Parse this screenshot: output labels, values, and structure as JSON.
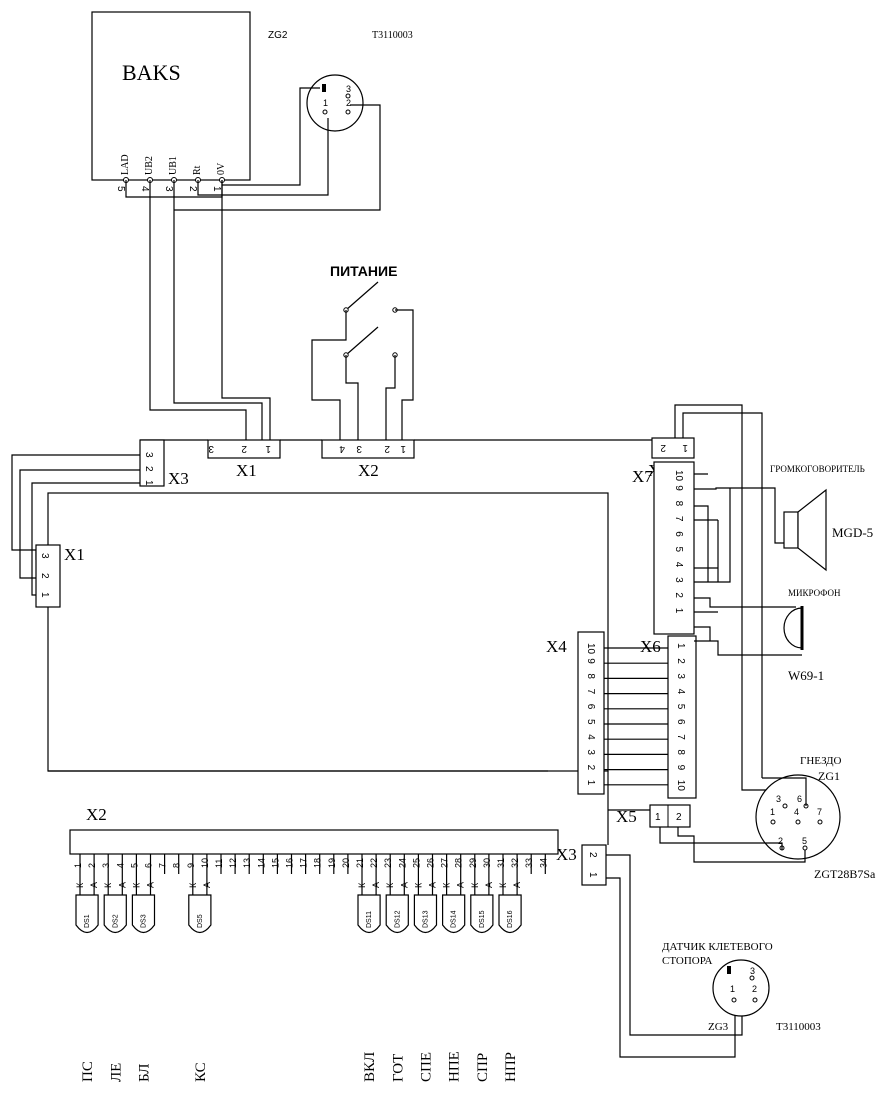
{
  "blocks": {
    "baks": {
      "title": "BAKS",
      "pins": [
        {
          "num": "5",
          "name": "LAD"
        },
        {
          "num": "4",
          "name": "UB2"
        },
        {
          "num": "3",
          "name": "UB1"
        },
        {
          "num": "2",
          "name": "Rt"
        },
        {
          "num": "1",
          "name": "0V"
        }
      ]
    }
  },
  "connectors": {
    "zg2": {
      "name": "ZG2",
      "code": "T3110003",
      "pins": [
        "2",
        "1",
        "3"
      ]
    },
    "top_x1": {
      "label": "X1",
      "pins": [
        "3",
        "2",
        "1"
      ]
    },
    "top_x2": {
      "label": "X2",
      "pins": [
        "4",
        "3",
        "2",
        "1"
      ]
    },
    "top_x4": {
      "label": "X4",
      "pins": [
        "2",
        "1"
      ]
    },
    "top_x3": {
      "label": "X3",
      "pins": [
        "3",
        "2",
        "1"
      ]
    },
    "left_x1": {
      "label": "X1",
      "pins": [
        "3",
        "2",
        "1"
      ]
    },
    "x7": {
      "label": "X7",
      "pins": [
        "10",
        "9",
        "8",
        "7",
        "6",
        "5",
        "4",
        "3",
        "2",
        "1"
      ]
    },
    "inner_x4": {
      "label": "X4",
      "pins": [
        "10",
        "9",
        "8",
        "7",
        "6",
        "5",
        "4",
        "3",
        "2",
        "1"
      ]
    },
    "x6": {
      "label": "X6",
      "pins": [
        "1",
        "2",
        "3",
        "4",
        "5",
        "6",
        "7",
        "8",
        "9",
        "10"
      ]
    },
    "x5": {
      "label": "X5",
      "pins": [
        "1",
        "2"
      ]
    },
    "x3": {
      "label": "X3",
      "pins": [
        "2",
        "1"
      ]
    },
    "x2_bottom": {
      "label": "X2",
      "pins": [
        "1",
        "2",
        "3",
        "4",
        "5",
        "6",
        "7",
        "8",
        "9",
        "10",
        "11",
        "12",
        "13",
        "14",
        "15",
        "16",
        "17",
        "18",
        "19",
        "20",
        "21",
        "22",
        "23",
        "24",
        "25",
        "26",
        "27",
        "28",
        "29",
        "30",
        "31",
        "32",
        "33",
        "34"
      ]
    },
    "zg1": {
      "title": "ГНЕЗДО",
      "name": "ZG1",
      "code": "ZGT28B7Sa",
      "pins": [
        "3",
        "6",
        "1",
        "4",
        "7",
        "2",
        "5"
      ]
    },
    "zg3": {
      "title_line1": "ДАТЧИК КЛЕТЕВОГО",
      "title_line2": "СТОПОРА",
      "name": "ZG3",
      "code": "T3110003",
      "pins": [
        "3",
        "1",
        "2"
      ]
    }
  },
  "switch": {
    "label": "ПИТАНИЕ"
  },
  "speaker": {
    "title": "ГРОМКОГОВОРИТЕЛЬ",
    "model": "MGD-5"
  },
  "microphone": {
    "title": "МИКРОФОН",
    "model": "W69-1"
  },
  "leds": [
    {
      "id": "DS1",
      "k": "К",
      "a": "А",
      "name": "ПС"
    },
    {
      "id": "DS2",
      "k": "К",
      "a": "А",
      "name": "ЛЕ"
    },
    {
      "id": "DS3",
      "k": "К",
      "a": "А",
      "name": "БЛ"
    },
    {
      "id": "DS5",
      "k": "К",
      "a": "А",
      "name": "КС"
    },
    {
      "id": "DS11",
      "k": "К",
      "a": "А",
      "name": "ВКЛ"
    },
    {
      "id": "DS12",
      "k": "К",
      "a": "А",
      "name": "ГОТ"
    },
    {
      "id": "DS13",
      "k": "К",
      "a": "А",
      "name": "СПЕ"
    },
    {
      "id": "DS14",
      "k": "К",
      "a": "А",
      "name": "НПЕ"
    },
    {
      "id": "DS15",
      "k": "К",
      "a": "А",
      "name": "СПР"
    },
    {
      "id": "DS16",
      "k": "К",
      "a": "А",
      "name": "НПР"
    }
  ]
}
